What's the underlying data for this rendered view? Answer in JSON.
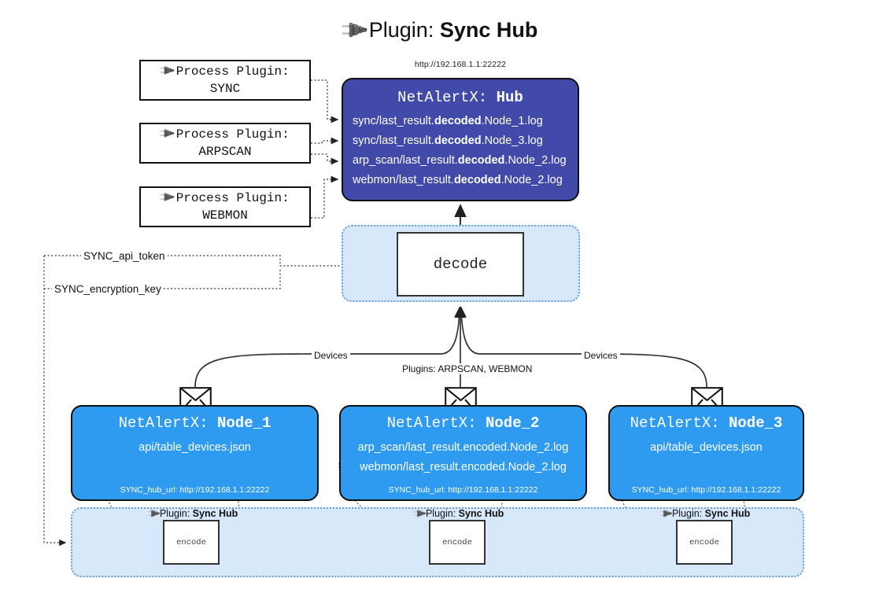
{
  "title": {
    "icon": "plug-icon",
    "prefix": "Plugin: ",
    "name": "Sync Hub"
  },
  "hub": {
    "url": "http://192.168.1.1:22222",
    "title_prefix": "NetAlertX: ",
    "title_name": "Hub",
    "lines": [
      {
        "pre": "sync/last_result.",
        "mid": "decoded",
        "post": ".Node_1.log"
      },
      {
        "pre": "sync/last_result.",
        "mid": "decoded",
        "post": ".Node_3.log"
      },
      {
        "pre": "arp_scan/last_result.",
        "mid": "decoded",
        "post": ".Node_2.log"
      },
      {
        "pre": "webmon/last_result.",
        "mid": "decoded",
        "post": ".Node_2.log"
      }
    ]
  },
  "process_plugins": [
    {
      "icon": "plug-icon",
      "line1": "Process Plugin:",
      "line2": "SYNC"
    },
    {
      "icon": "plug-icon",
      "line1": "Process Plugin:",
      "line2": "ARPSCAN"
    },
    {
      "icon": "plug-icon",
      "line1": "Process Plugin:",
      "line2": "WEBMON"
    }
  ],
  "decode": {
    "label": "decode"
  },
  "settings_edges": [
    {
      "label": "SYNC_api_token"
    },
    {
      "label": "SYNC_encryption_key"
    }
  ],
  "flow_labels": {
    "devices_left": "Devices",
    "devices_right": "Devices",
    "plugins_middle": "Plugins: ARPSCAN, WEBMON"
  },
  "nodes": [
    {
      "title_prefix": "NetAlertX: ",
      "title_name": "Node_1",
      "lines": [
        "api/table_devices.json"
      ],
      "footer": "SYNC_hub_url: http://192.168.1.1:22222",
      "envelope_icon": "envelope-icon"
    },
    {
      "title_prefix": "NetAlertX: ",
      "title_name": "Node_2",
      "lines": [
        "arp_scan/last_result.encoded.Node_2.log",
        "webmon/last_result.encoded.Node_2.log"
      ],
      "footer": "SYNC_hub_url: http://192.168.1.1:22222",
      "envelope_icon": "envelope-icon"
    },
    {
      "title_prefix": "NetAlertX: ",
      "title_name": "Node_3",
      "lines": [
        "api/table_devices.json"
      ],
      "footer": "SYNC_hub_url: http://192.168.1.1:22222",
      "envelope_icon": "envelope-icon"
    }
  ],
  "encoders": [
    {
      "caption_icon": "plug-icon",
      "caption_prefix": "Plugin: ",
      "caption_name": "Sync Hub",
      "label": "encode"
    },
    {
      "caption_icon": "plug-icon",
      "caption_prefix": "Plugin: ",
      "caption_name": "Sync Hub",
      "label": "encode"
    },
    {
      "caption_icon": "plug-icon",
      "caption_prefix": "Plugin: ",
      "caption_name": "Sync Hub",
      "label": "encode"
    }
  ],
  "colors": {
    "hub_fill": "#4149a9",
    "node_fill": "#2e9bf0",
    "container_fill": "#d7e8fa",
    "container_border": "#6b9fd0",
    "stroke": "#111111",
    "background": "#ffffff"
  }
}
